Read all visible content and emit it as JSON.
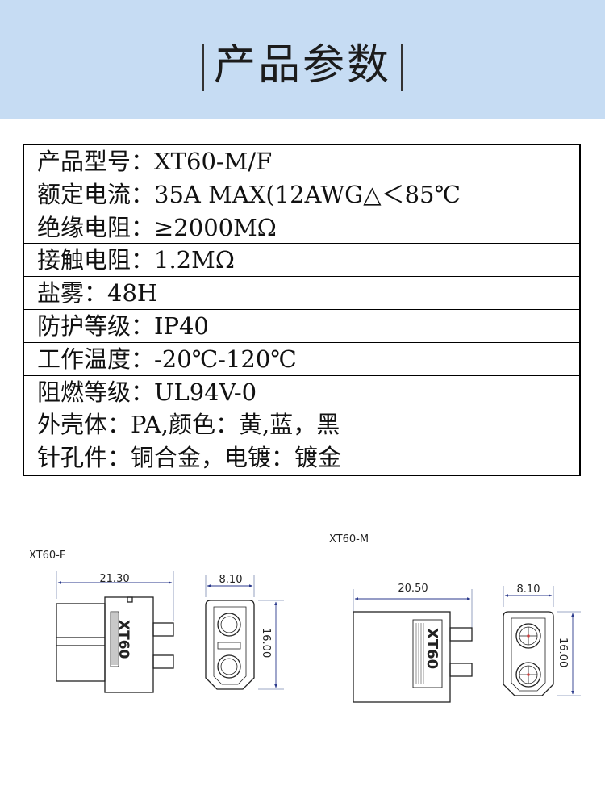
{
  "header": {
    "title": "产品参数"
  },
  "params": [
    "产品型号：XT60-M/F",
    "额定电流：35A MAX(12AWG△＜85℃",
    "绝缘电阻：≥2000MΩ",
    "接触电阻：1.2MΩ",
    "盐雾：48H",
    "防护等级：IP40",
    "工作温度：-20℃-120℃",
    "阻燃等级：UL94V-0",
    "外壳体：PA,颜色：黄,蓝，黑",
    "针孔件：铜合金，电镀：镀金"
  ],
  "drawings": {
    "female": {
      "label": "XT60-F",
      "length": "21.30",
      "width": "8.10",
      "height": "16.00",
      "body_mark": "XT60"
    },
    "male": {
      "label": "XT60-M",
      "length": "20.50",
      "width": "8.10",
      "height": "16.00",
      "body_mark": "XT60"
    }
  }
}
